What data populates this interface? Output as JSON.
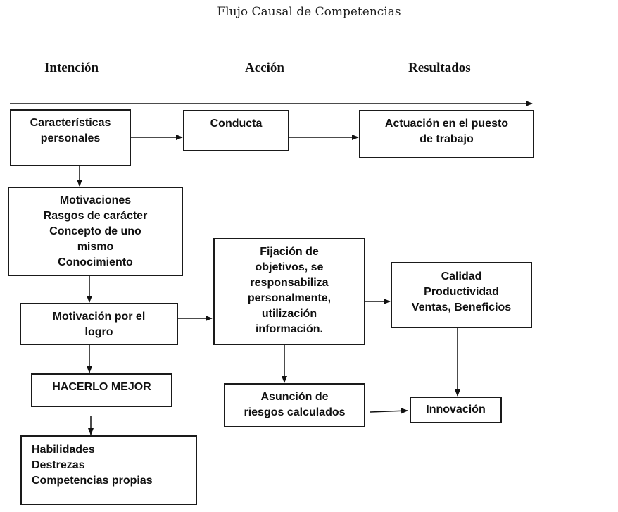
{
  "title": "Flujo Causal de Competencias",
  "columns": {
    "intencion": "Intención",
    "accion": "Acción",
    "resultados": "Resultados"
  },
  "boxes": {
    "caracteristicas": "Características\npersonales",
    "conducta": "Conducta",
    "actuacion": "Actuación en el puesto\nde trabajo",
    "motivaciones": "Motivaciones\nRasgos de carácter\nConcepto de uno\nmismo\nConocimiento",
    "fijacion": "Fijación de\nobjetivos, se\nresponsabiliza\npersonalmente,\nutilización\ninformación.",
    "motivacion_logro": "Motivación por el\nlogro",
    "calidad": "Calidad\nProductividad\nVentas, Beneficios",
    "hacerlo_mejor": "HACERLO MEJOR",
    "asuncion": "Asunción de\nriesgos calculados",
    "innovacion": "Innovación",
    "habilidades": "Habilidades\nDestrezas\nCompetencias propias"
  }
}
